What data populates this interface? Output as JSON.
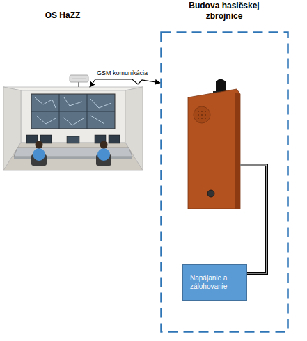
{
  "diagram": {
    "nodes": [
      {
        "text": [
          "OS HaZZ"
        ]
      },
      {
        "text": [
          "Budova hasičskej zbrojnice"
        ]
      },
      {
        "text": [
          "Napájanie a zálohovanie"
        ],
        "in": 1
      }
    ],
    "edges": [
      {
        "from": 0,
        "to": 1,
        "arrow": "both",
        "label": "GSM komunikácia"
      }
    ]
  }
}
